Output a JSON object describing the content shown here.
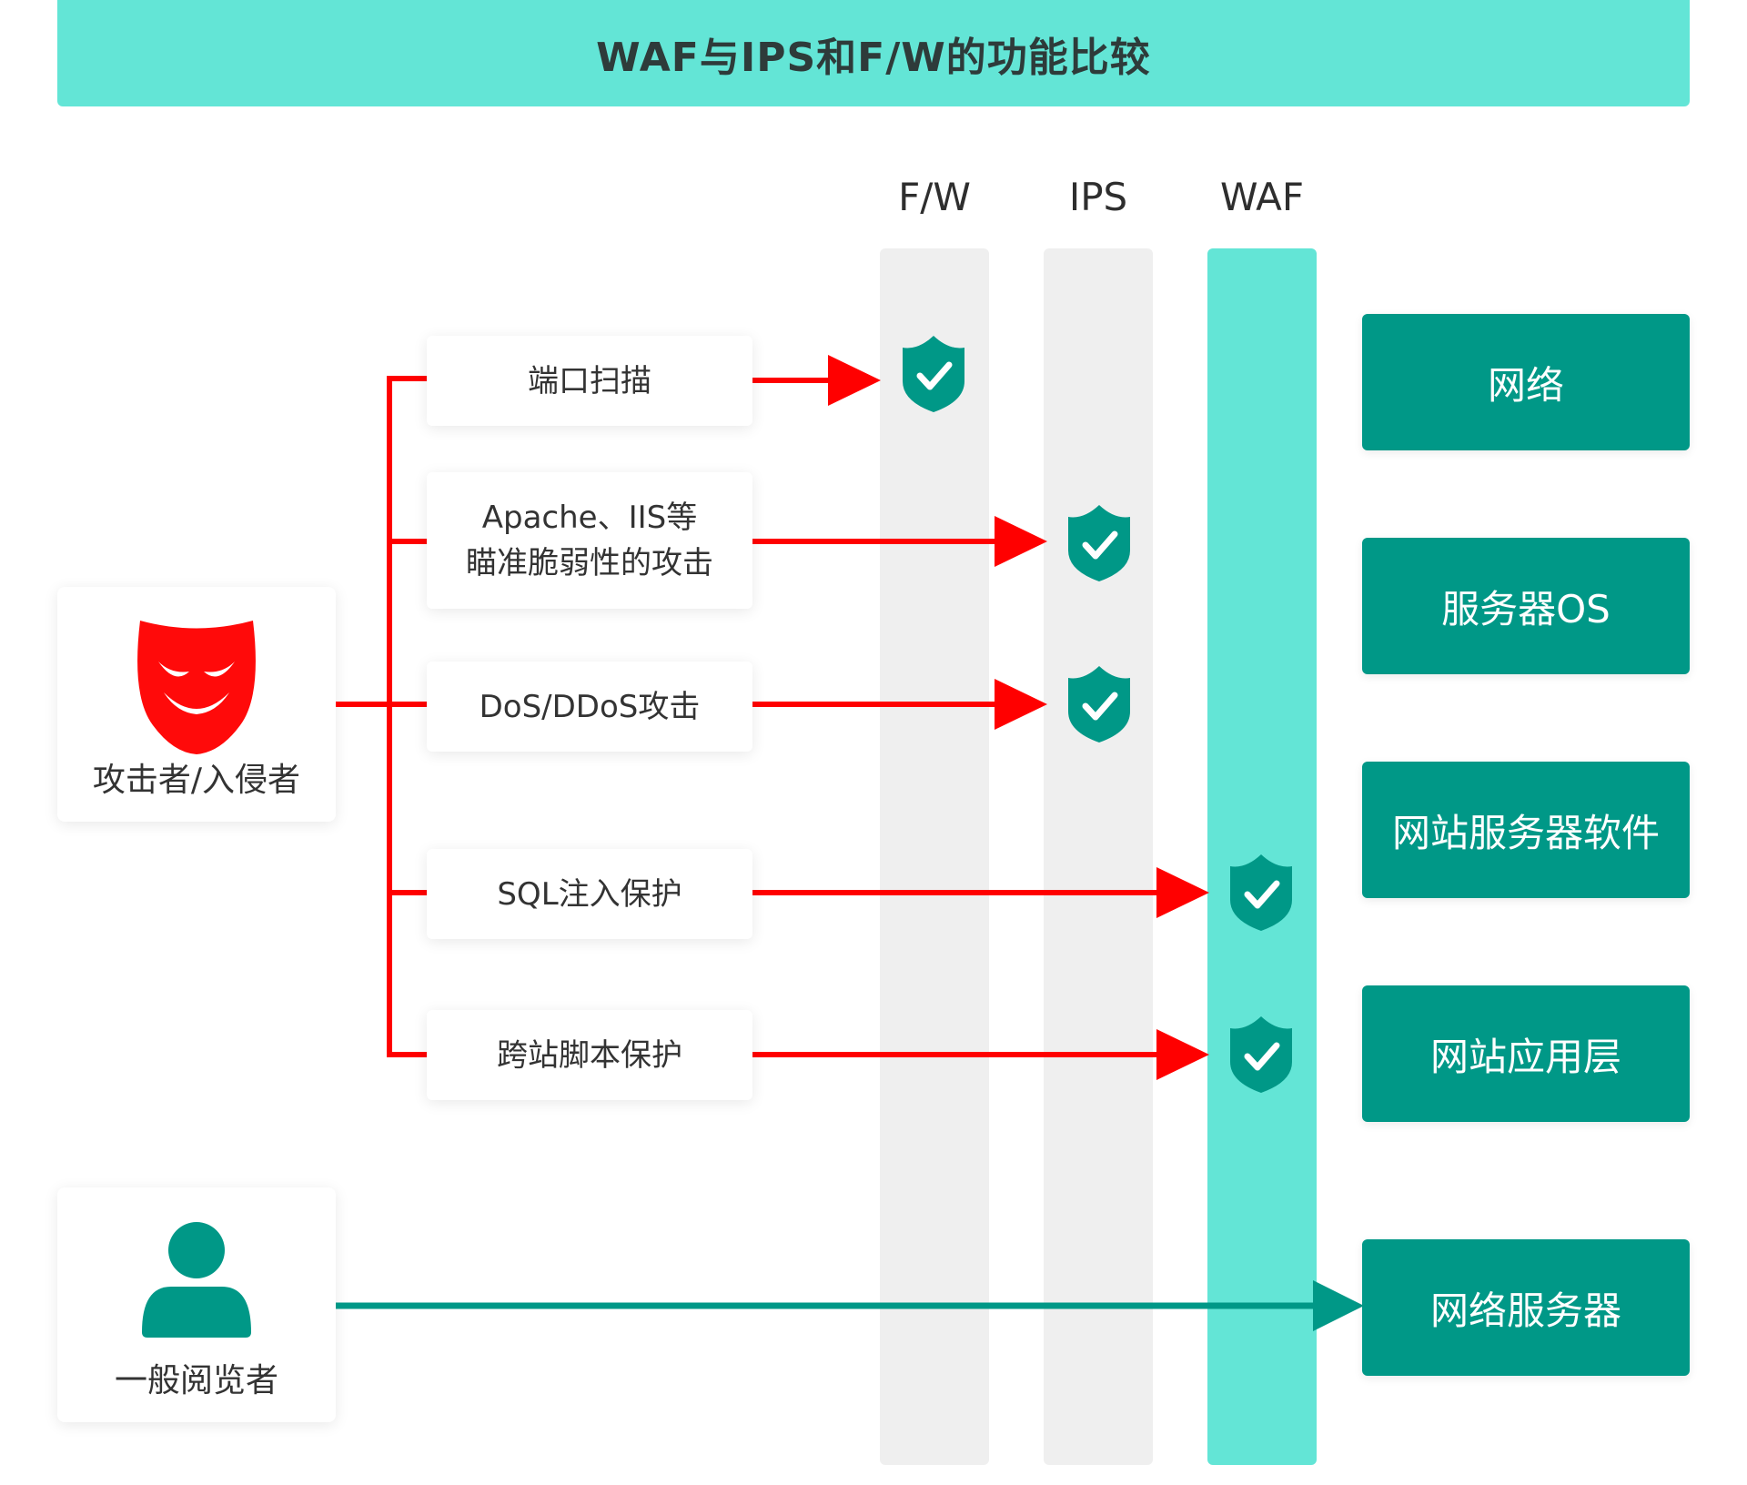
{
  "title": "WAF与IPS和F/W的功能比较",
  "columns": {
    "fw": "F/W",
    "ips": "IPS",
    "waf": "WAF"
  },
  "actors": {
    "attacker": "攻击者/入侵者",
    "viewer": "一般阅览者"
  },
  "attacks": [
    {
      "label": "端口扫描",
      "blocked_by": "F/W"
    },
    {
      "label": "Apache、IIS等\n瞄准脆弱性的攻击",
      "blocked_by": "IPS"
    },
    {
      "label": "DoS/DDoS攻击",
      "blocked_by": "IPS"
    },
    {
      "label": "SQL注入保护",
      "blocked_by": "WAF"
    },
    {
      "label": "跨站脚本保护",
      "blocked_by": "WAF"
    }
  ],
  "layers": [
    "网络",
    "服务器OS",
    "网站服务器软件",
    "网站应用层",
    "网络服务器"
  ],
  "colors": {
    "banner": "#63e5d6",
    "waf_column": "#63e5d6",
    "other_columns": "#efefef",
    "layer_box": "#009887",
    "attack_arrow": "#ff0000",
    "normal_arrow": "#009887",
    "shield": "#009887",
    "attacker_mask": "#ff0a0a"
  },
  "icons": {
    "attacker": "devil-mask-icon",
    "viewer": "user-icon",
    "check": "shield-check-icon"
  }
}
